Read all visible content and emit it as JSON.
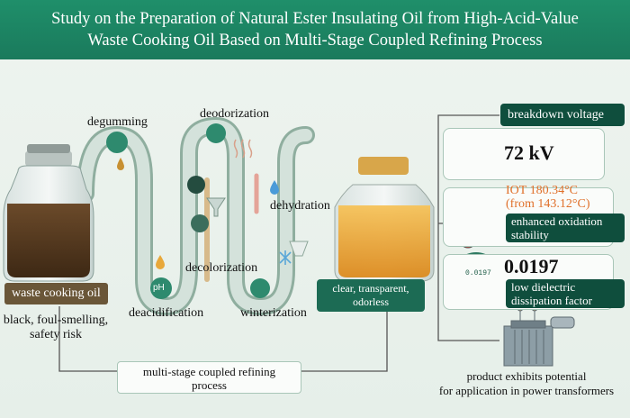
{
  "title": {
    "line1": "Study on the Preparation of Natural Ester Insulating Oil from High-Acid-Value",
    "line2": "Waste Cooking Oil Based on Multi-Stage Coupled Refining Process"
  },
  "left": {
    "label": "waste cooking oil",
    "desc": [
      "black, foul-smelling,",
      "safety risk"
    ]
  },
  "stages": {
    "degumming": "degumming",
    "deacidification": "deacidification",
    "decolorization": "decolorization",
    "deodorization": "deodorization",
    "dehydration": "dehydration",
    "winterization": "winterization"
  },
  "ph_label": "pH",
  "bottom_label": [
    "multi-stage coupled refining",
    "process"
  ],
  "product": {
    "desc": [
      "clear, transparent,",
      "odorless"
    ]
  },
  "results": {
    "breakdown": {
      "label": "breakdown voltage",
      "value": "72 kV"
    },
    "oxidation": {
      "value": [
        "IOT 180.34°C",
        "(from 143.12°C)"
      ],
      "label": [
        "enhanced oxidation",
        "stability"
      ]
    },
    "dissipation": {
      "value": "0.0197",
      "label": [
        "low dielectric",
        "dissipation factor"
      ],
      "meter": "0.0197"
    }
  },
  "footer": [
    "product exhibits potential",
    "for application in power transformers"
  ],
  "colors": {
    "banner": "#1f8f6a",
    "dark_green": "#0f4e3d",
    "brown": "#6a5638",
    "orange": "#e0702a",
    "pipe": "#b9cfc5"
  }
}
